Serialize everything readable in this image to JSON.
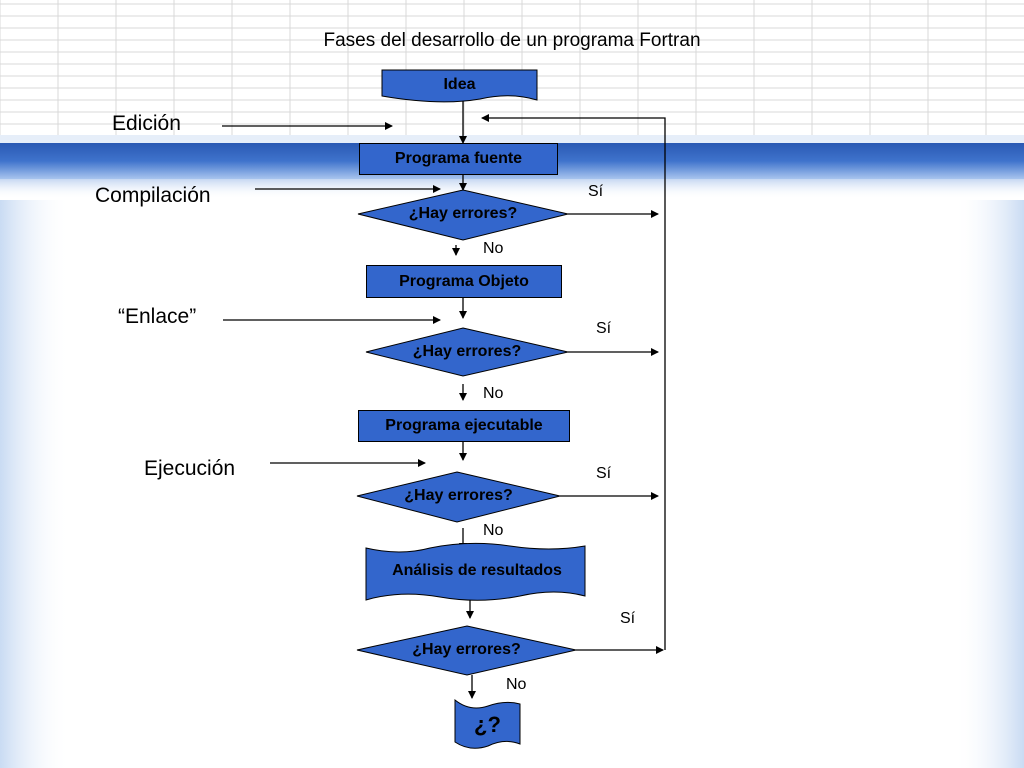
{
  "title": "Fases del desarrollo de un programa Fortran",
  "phases": {
    "edicion": "Edición",
    "compilacion": "Compilación",
    "enlace": "“Enlace”",
    "ejecucion": "Ejecución"
  },
  "nodes": {
    "idea": "Idea",
    "programa_fuente": "Programa fuente",
    "decision_1": "¿Hay errores?",
    "programa_objeto": "Programa Objeto",
    "decision_2": "¿Hay errores?",
    "programa_ejecutable": "Programa ejecutable",
    "decision_3": "¿Hay errores?",
    "analisis": "Análisis de resultados",
    "decision_4": "¿Hay errores?",
    "final": "¿?"
  },
  "branch_labels": {
    "yes_1": "Sí",
    "no_1": "No",
    "yes_2": "Sí",
    "no_2": "No",
    "yes_3": "Sí",
    "no_3": "No",
    "yes_4": "Sí",
    "no_4": "No"
  },
  "colors": {
    "shape_fill": "#3366cc",
    "band_top": "#2f5fb8",
    "band_light": "#dfe9f7"
  }
}
